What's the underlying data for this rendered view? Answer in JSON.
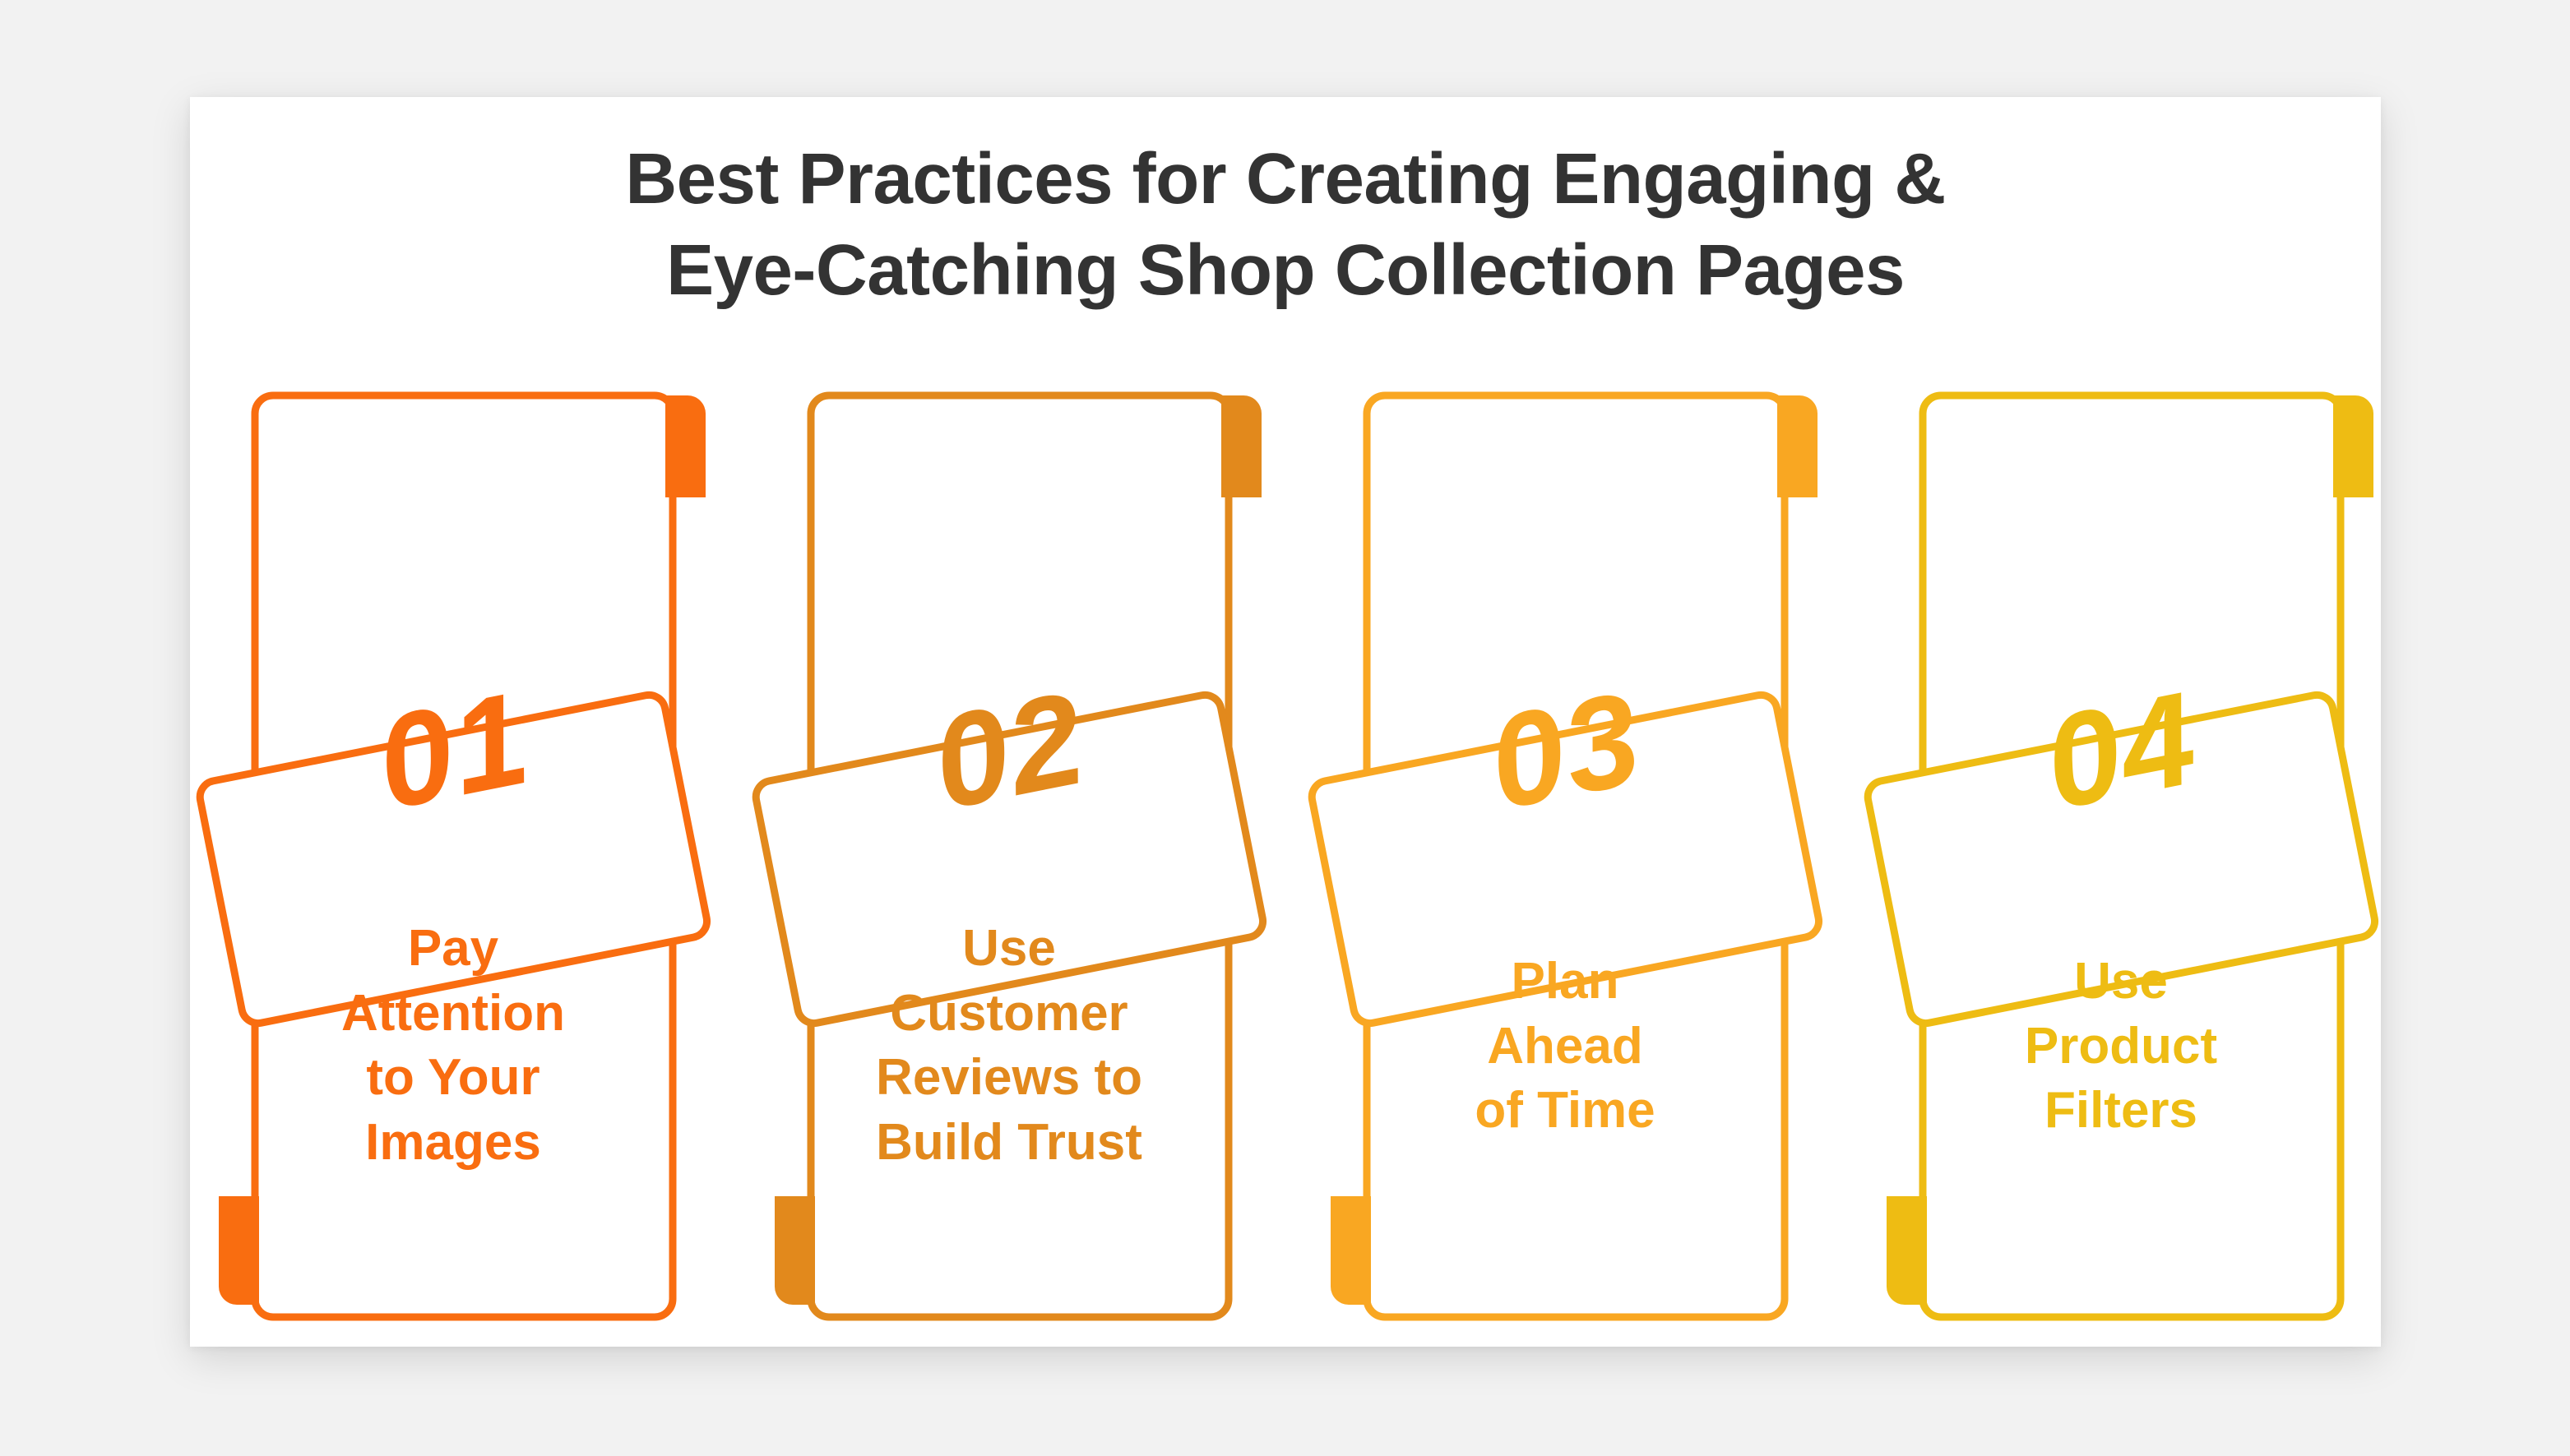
{
  "title": "Best Practices for Creating Engaging &\nEye-Catching Shop Collection Pages",
  "title_color": "#333333",
  "background_color": "#f2f2f2",
  "panel_color": "#ffffff",
  "cards": [
    {
      "number": "01",
      "caption": "Pay\nAttention\nto Your\nImages",
      "color": "#F96D10",
      "caption_lines": 4
    },
    {
      "number": "02",
      "caption": "Use\nCustomer\nReviews to\nBuild Trust",
      "color": "#E2891C",
      "caption_lines": 4
    },
    {
      "number": "03",
      "caption": "Plan\nAhead\nof Time",
      "color": "#F9A722",
      "caption_lines": 3
    },
    {
      "number": "04",
      "caption": "Use\nProduct\nFilters",
      "color": "#EEBC13",
      "caption_lines": 3
    }
  ]
}
